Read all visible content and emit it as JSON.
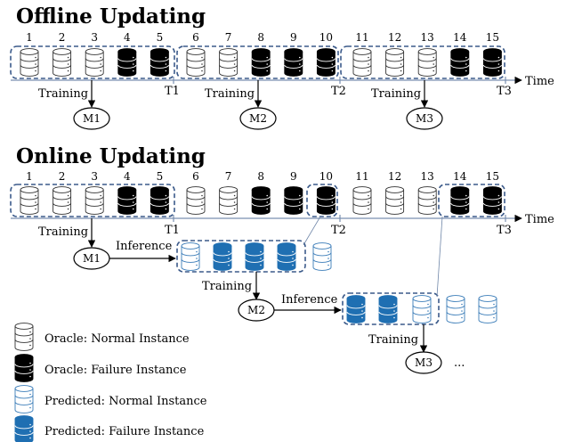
{
  "offline": {
    "title": "Offline Updating",
    "time_label": "Time",
    "training_label": "Training",
    "instances": [
      {
        "id": "1",
        "kind": "oracle-normal"
      },
      {
        "id": "2",
        "kind": "oracle-normal"
      },
      {
        "id": "3",
        "kind": "oracle-normal"
      },
      {
        "id": "4",
        "kind": "oracle-failure"
      },
      {
        "id": "5",
        "kind": "oracle-failure"
      },
      {
        "id": "6",
        "kind": "oracle-normal"
      },
      {
        "id": "7",
        "kind": "oracle-normal"
      },
      {
        "id": "8",
        "kind": "oracle-failure"
      },
      {
        "id": "9",
        "kind": "oracle-failure"
      },
      {
        "id": "10",
        "kind": "oracle-failure"
      },
      {
        "id": "11",
        "kind": "oracle-normal"
      },
      {
        "id": "12",
        "kind": "oracle-normal"
      },
      {
        "id": "13",
        "kind": "oracle-normal"
      },
      {
        "id": "14",
        "kind": "oracle-failure"
      },
      {
        "id": "15",
        "kind": "oracle-failure"
      }
    ],
    "ticks": [
      "T1",
      "T2",
      "T3"
    ],
    "models": [
      "M1",
      "M2",
      "M3"
    ]
  },
  "online": {
    "title": "Online Updating",
    "time_label": "Time",
    "training_label": "Training",
    "inference_label": "Inference",
    "instances": [
      {
        "id": "1",
        "kind": "oracle-normal"
      },
      {
        "id": "2",
        "kind": "oracle-normal"
      },
      {
        "id": "3",
        "kind": "oracle-normal"
      },
      {
        "id": "4",
        "kind": "oracle-failure"
      },
      {
        "id": "5",
        "kind": "oracle-failure"
      },
      {
        "id": "6",
        "kind": "oracle-normal"
      },
      {
        "id": "7",
        "kind": "oracle-normal"
      },
      {
        "id": "8",
        "kind": "oracle-failure"
      },
      {
        "id": "9",
        "kind": "oracle-failure"
      },
      {
        "id": "10",
        "kind": "oracle-failure"
      },
      {
        "id": "11",
        "kind": "oracle-normal"
      },
      {
        "id": "12",
        "kind": "oracle-normal"
      },
      {
        "id": "13",
        "kind": "oracle-normal"
      },
      {
        "id": "14",
        "kind": "oracle-failure"
      },
      {
        "id": "15",
        "kind": "oracle-failure"
      }
    ],
    "ticks": [
      "T1",
      "T2",
      "T3"
    ],
    "models": [
      "M1",
      "M2",
      "M3"
    ],
    "predictions_m1": [
      "predicted-normal",
      "predicted-failure",
      "predicted-failure",
      "predicted-failure",
      "predicted-normal"
    ],
    "predictions_m2": [
      "predicted-failure",
      "predicted-failure",
      "predicted-normal",
      "predicted-normal",
      "predicted-normal"
    ],
    "ellipsis": "..."
  },
  "legend": [
    {
      "kind": "oracle-normal",
      "label": "Oracle: Normal Instance"
    },
    {
      "kind": "oracle-failure",
      "label": "Oracle: Failure Instance"
    },
    {
      "kind": "predicted-normal",
      "label": "Predicted: Normal Instance"
    },
    {
      "kind": "predicted-failure",
      "label": "Predicted: Failure Instance"
    }
  ],
  "colors": {
    "oracle_failure": "#000000",
    "predicted_blue": "#1f6fb2",
    "predicted_normal_stroke": "#3a7cb8",
    "dashed_box": "#3b5a8a",
    "axis": "#7a8fb0"
  }
}
